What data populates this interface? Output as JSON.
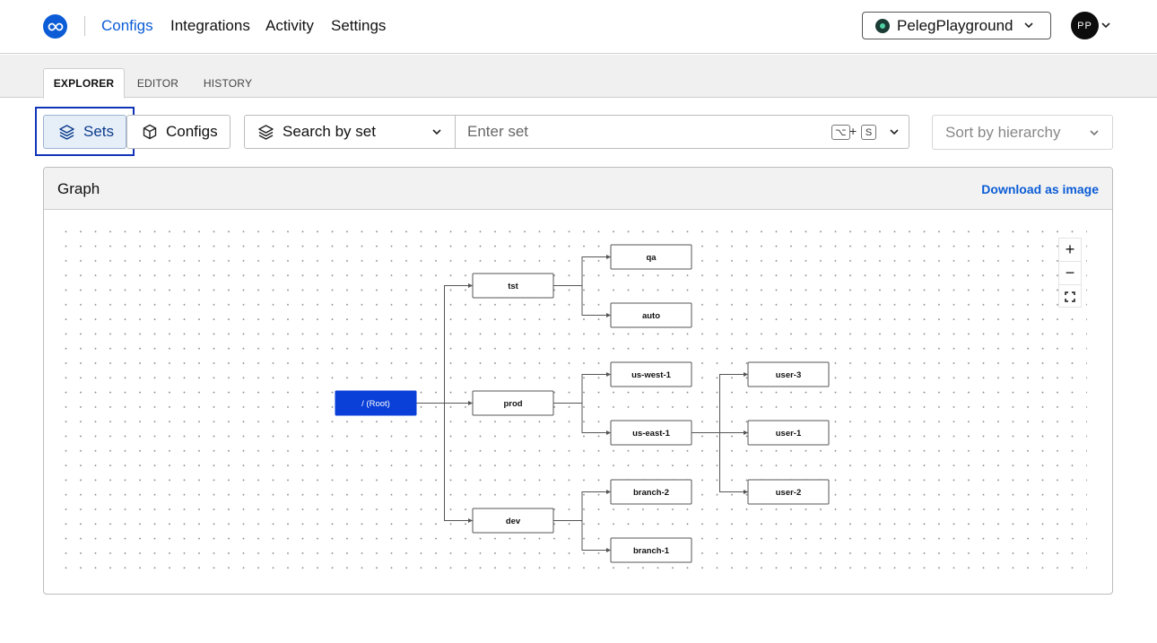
{
  "nav": {
    "items": [
      {
        "label": "Configs",
        "active": true
      },
      {
        "label": "Integrations",
        "active": false
      },
      {
        "label": "Activity",
        "active": false
      },
      {
        "label": "Settings",
        "active": false
      }
    ],
    "environment": "PelegPlayground",
    "avatar_initials": "PP"
  },
  "tabs": [
    {
      "label": "EXPLORER",
      "active": true
    },
    {
      "label": "EDITOR",
      "active": false
    },
    {
      "label": "HISTORY",
      "active": false
    }
  ],
  "toolbar": {
    "sets_label": "Sets",
    "configs_label": "Configs",
    "search_by_label": "Search by set",
    "set_placeholder": "Enter set",
    "shortcut_mod": "⌥",
    "shortcut_plus": "+",
    "shortcut_key": "S",
    "sort_label": "Sort by hierarchy"
  },
  "graph": {
    "title": "Graph",
    "download_label": "Download as image",
    "nodes": [
      {
        "id": "root",
        "label": "/ (Root)",
        "selected": true
      },
      {
        "id": "tst",
        "label": "tst",
        "parent": "root"
      },
      {
        "id": "prod",
        "label": "prod",
        "parent": "root"
      },
      {
        "id": "dev",
        "label": "dev",
        "parent": "root"
      },
      {
        "id": "qa",
        "label": "qa",
        "parent": "tst"
      },
      {
        "id": "auto",
        "label": "auto",
        "parent": "tst"
      },
      {
        "id": "us-west-1",
        "label": "us-west-1",
        "parent": "prod"
      },
      {
        "id": "us-east-1",
        "label": "us-east-1",
        "parent": "prod"
      },
      {
        "id": "branch-2",
        "label": "branch-2",
        "parent": "dev"
      },
      {
        "id": "branch-1",
        "label": "branch-1",
        "parent": "dev"
      },
      {
        "id": "user-3",
        "label": "user-3",
        "parent": "us-east-1"
      },
      {
        "id": "user-1",
        "label": "user-1",
        "parent": "us-east-1"
      },
      {
        "id": "user-2",
        "label": "user-2",
        "parent": "us-east-1"
      }
    ],
    "zoom_in": "+",
    "zoom_out": "−",
    "fit": "⛶"
  },
  "colors": {
    "accent": "#0b5cd6",
    "selected_node": "#0a3fd8",
    "focus_outline": "#1234b8"
  }
}
